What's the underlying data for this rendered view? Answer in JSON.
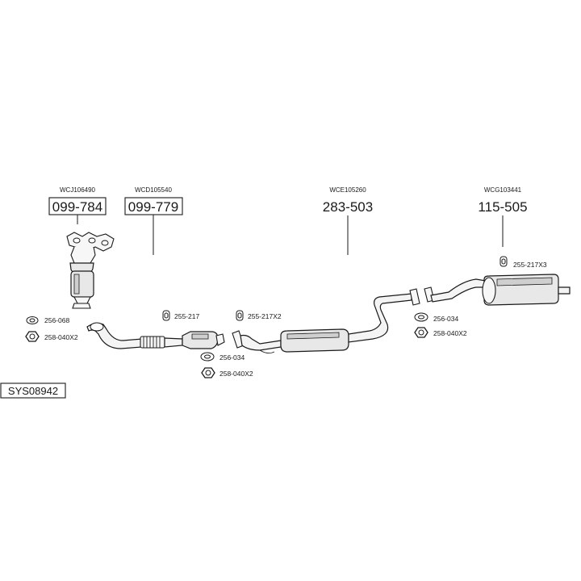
{
  "parts": {
    "manifold_cat": {
      "oem": "WCJ106490",
      "pn": "099-784"
    },
    "front_cat": {
      "oem": "WCD105540",
      "pn": "099-779"
    },
    "center_muffler": {
      "oem": "WCE105260",
      "pn": "283-503"
    },
    "rear_muffler": {
      "oem": "WCG103441",
      "pn": "115-505"
    }
  },
  "accessories": {
    "gasket_left": "256-068",
    "nut_left": "258-040X2",
    "hanger_front": "255-217",
    "hanger_mid": "255-217X2",
    "gasket_mid": "256-034",
    "nut_mid": "258-040X2",
    "gasket_right": "256-034",
    "nut_right": "258-040X2",
    "hanger_rear": "255-217X3"
  },
  "system_id": "SYS08942"
}
